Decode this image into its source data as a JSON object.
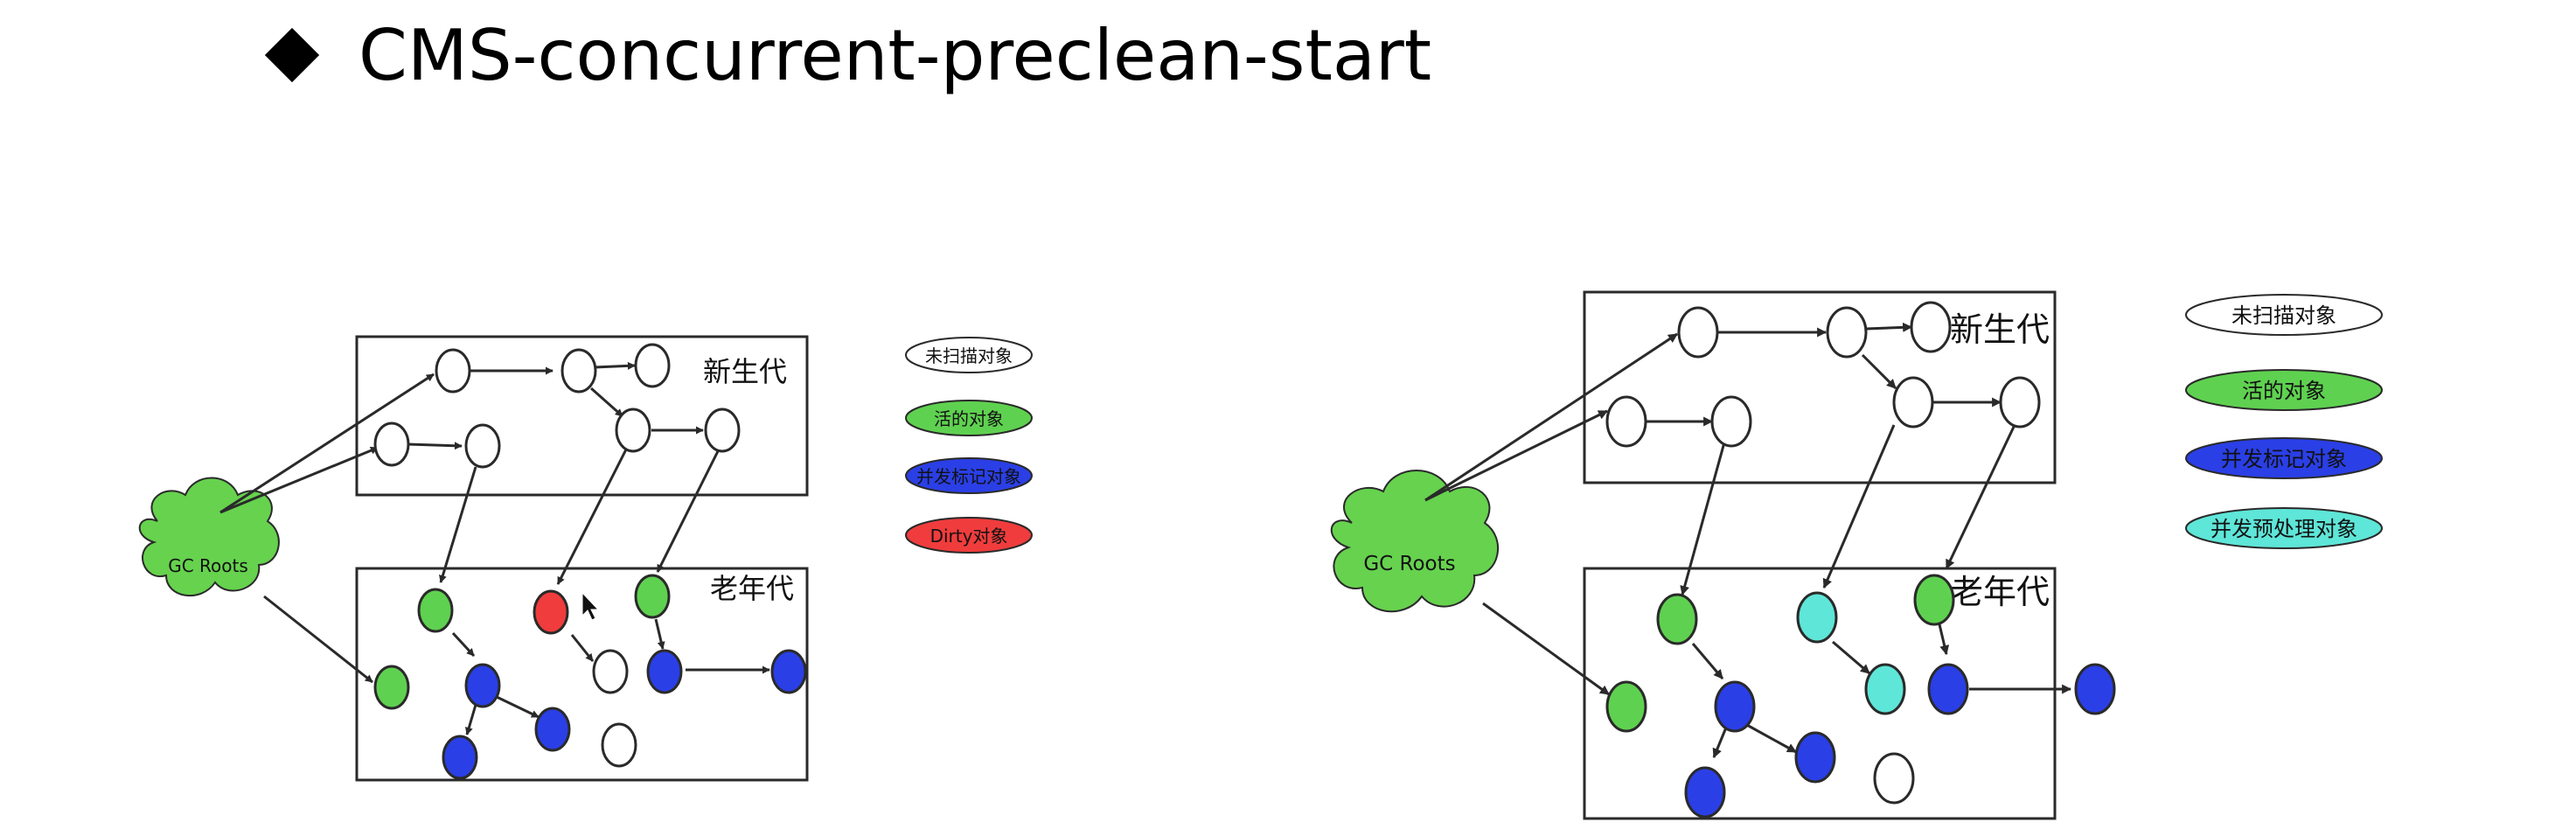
{
  "title": "CMS-concurrent-preclean-start",
  "colors": {
    "unscanned": "#ffffff",
    "live": "#5fd150",
    "marked": "#2a3fe6",
    "dirty": "#f03c3c",
    "precleaned": "#5ee6d8",
    "cloud": "#66d24e",
    "stroke": "#2a2a2a"
  },
  "left": {
    "young_label": "新生代",
    "old_label": "老年代",
    "roots_label": "GC Roots",
    "legend": [
      {
        "label": "未扫描对象",
        "color_key": "unscanned"
      },
      {
        "label": "活的对象",
        "color_key": "live"
      },
      {
        "label": "并发标记对象",
        "color_key": "marked"
      },
      {
        "label": "Dirty对象",
        "color_key": "dirty"
      }
    ]
  },
  "right": {
    "young_label": "新生代",
    "old_label": "老年代",
    "roots_label": "GC Roots",
    "legend": [
      {
        "label": "未扫描对象",
        "color_key": "unscanned"
      },
      {
        "label": "活的对象",
        "color_key": "live"
      },
      {
        "label": "并发标记对象",
        "color_key": "marked"
      },
      {
        "label": "并发预处理对象",
        "color_key": "precleaned"
      }
    ]
  }
}
